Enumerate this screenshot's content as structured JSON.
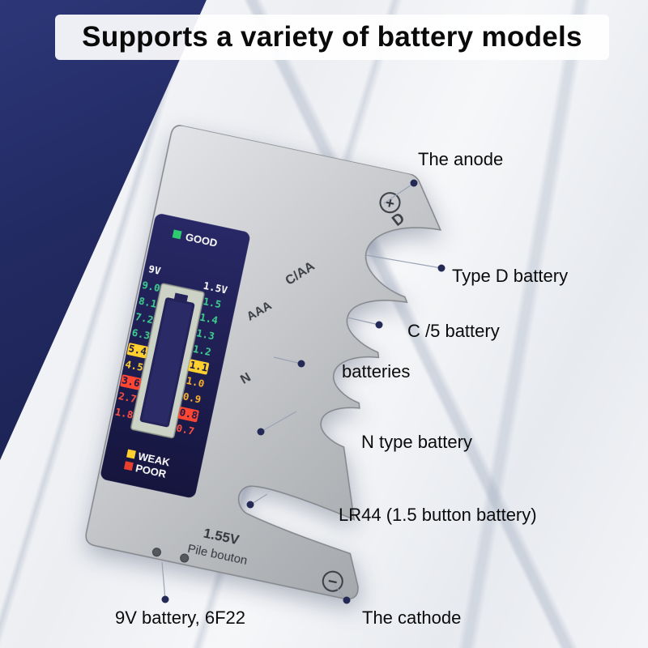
{
  "title": "Supports a variety of battery models",
  "device": {
    "display": {
      "good_label": "GOOD",
      "weak_label": "WEAK",
      "poor_label": "POOR",
      "left_header": "9V",
      "right_header": "1.5V",
      "left_values": [
        "9.0",
        "8.1",
        "7.2",
        "6.3",
        "5.4",
        "4.5",
        "3.6",
        "2.7",
        "1.8"
      ],
      "right_values": [
        "1.5",
        "1.4",
        "1.3",
        "1.2",
        "1.1",
        "1.0",
        "0.9",
        "0.8",
        "0.7"
      ]
    },
    "slots": {
      "d": "D",
      "c_aa": "C/AA",
      "aaa": "AAA",
      "n": "N"
    },
    "anode_symbol": "+",
    "cathode_symbol": "−",
    "voltage_label": "1.55V",
    "button_cell_label": "Pile bouton"
  },
  "callouts": {
    "anode": "The anode",
    "type_d": "Type D battery",
    "c5": "C /5 battery",
    "batteries": "batteries",
    "n_type": "N type battery",
    "lr44": "LR44 (1.5 button battery)",
    "v9": "9V battery, 6F22",
    "cathode": "The cathode"
  },
  "colors": {
    "backdrop_navy": "#1e2557",
    "device_silver": "#c9cbce",
    "lcd_panel": "#1c1c4f",
    "good_green": "#2ecc71",
    "weak_yellow": "#ffd02e",
    "poor_red": "#e8402e"
  }
}
